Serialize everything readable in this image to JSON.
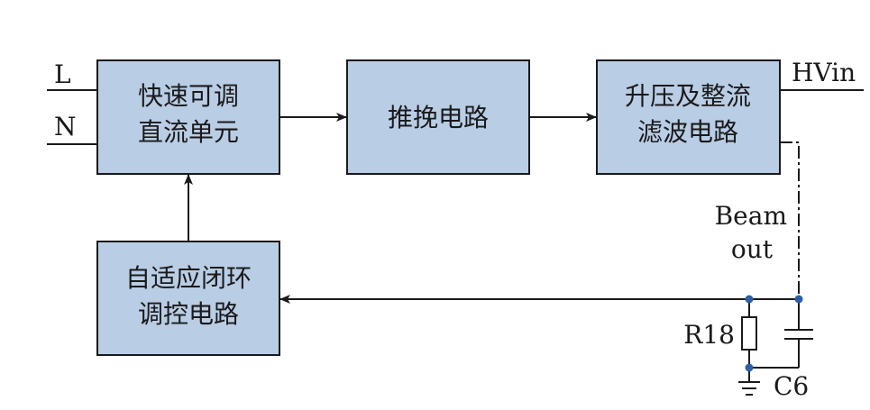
{
  "blocks": {
    "power_unit": {
      "line1": "快速可调",
      "line2": "直流单元"
    },
    "push_pull": {
      "line1": "推挽电路"
    },
    "boost_rectifier": {
      "line1": "升压及整流",
      "line2": "滤波电路"
    },
    "adaptive_control": {
      "line1": "自适应闭环",
      "line2": "调控电路"
    }
  },
  "labels": {
    "input_l": "L",
    "input_n": "N",
    "output_hv": "HVin",
    "beam_line1": "Beam",
    "beam_line2": "out",
    "resistor": "R18",
    "capacitor": "C6"
  },
  "colors": {
    "block_fill": "#b9cde5",
    "node_color": "#2e5fa3",
    "line_color": "#1a1a1a"
  }
}
